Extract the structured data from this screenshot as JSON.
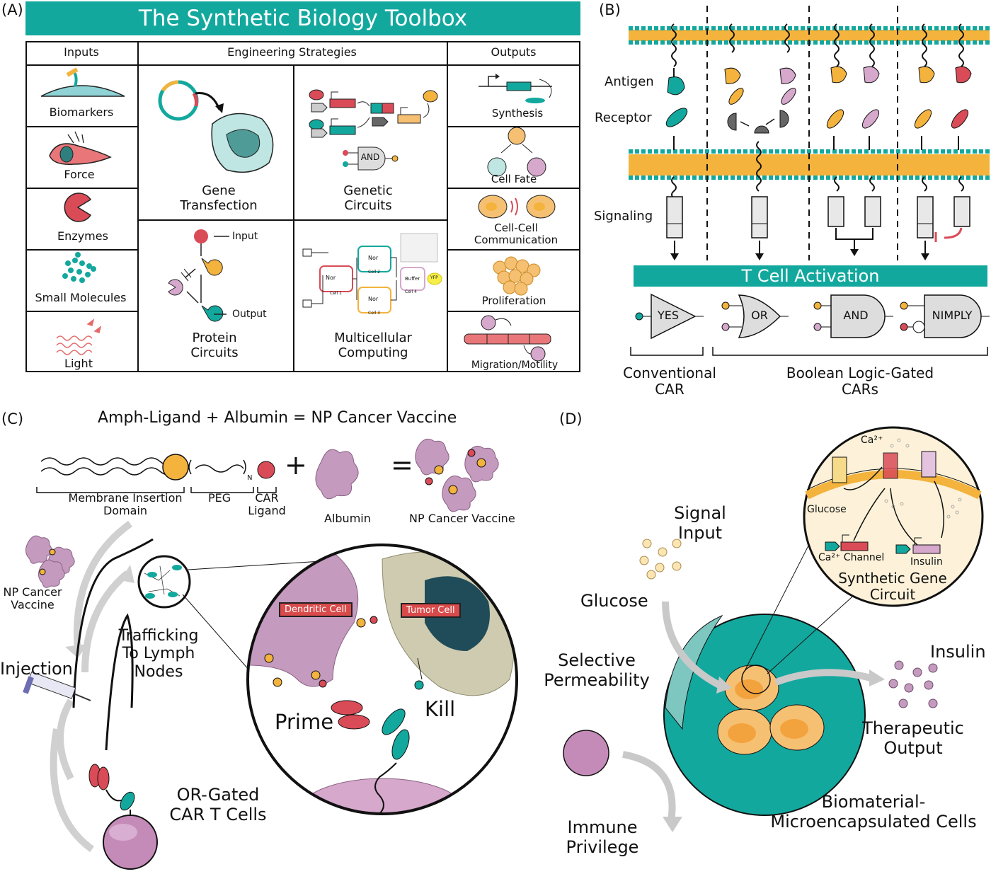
{
  "panel_a": {
    "letter": "(A)",
    "title": "The Synthetic Biology Toolbox",
    "headers": {
      "inputs": "Inputs",
      "strategies": "Engineering Strategies",
      "outputs": "Outputs"
    },
    "inputs": [
      "Biomarkers",
      "Force",
      "Enzymes",
      "Small Molecules",
      "Light"
    ],
    "strategies": {
      "gene_transfection": "Gene\nTransfection",
      "genetic_circuits": "Genetic\nCircuits",
      "and_gate": "AND",
      "protein_circuits": "Protein\nCircuits",
      "protein_input": "Input",
      "protein_output": "Output",
      "multicellular": "Multicellular\nComputing",
      "mc_gates": [
        "Nor",
        "Nor",
        "Nor",
        "Buffer"
      ],
      "mc_cells": [
        "Cell 1",
        "Cell 2",
        "Cell 3",
        "Cell 4"
      ],
      "mc_output": "YFP"
    },
    "outputs": [
      "Synthesis",
      "Cell Fate",
      "Cell-Cell\nCommunication",
      "Proliferation",
      "Migration/Motility"
    ]
  },
  "panel_b": {
    "letter": "(B)",
    "row_labels": [
      "Antigen",
      "Receptor",
      "Signaling"
    ],
    "activation": "T Cell Activation",
    "gates": [
      "YES",
      "OR",
      "AND",
      "NIMPLY"
    ],
    "group_conventional": "Conventional\nCAR",
    "group_boolean": "Boolean Logic-Gated\nCARs"
  },
  "panel_c": {
    "letter": "(C)",
    "title": "Amph-Ligand + Albumin = NP Cancer Vaccine",
    "parts": [
      "Membrane Insertion\nDomain",
      "PEG",
      "CAR\nLigand"
    ],
    "subscript_n": "N",
    "plus": "+",
    "equals": "=",
    "albumin": "Albumin",
    "vaccine": "NP Cancer Vaccine",
    "vaccine_side": "NP Cancer\nVaccine",
    "injection": "Injection",
    "trafficking": "Trafficking\nTo Lymph\nNodes",
    "dendritic": "Dendritic Cell",
    "tumor": "Tumor Cell",
    "prime": "Prime",
    "kill": "Kill",
    "or_gated": "OR-Gated\nCAR T Cells"
  },
  "panel_d": {
    "letter": "(D)",
    "signal_input": "Signal\nInput",
    "glucose": "Glucose",
    "selective": "Selective\nPermeability",
    "immune": "Immune\nPrivilege",
    "insulin": "Insulin",
    "therapeutic": "Therapeutic\nOutput",
    "biomaterial": "Biomaterial-\nMicroencapsulated Cells",
    "circuit_ca": "Ca²⁺",
    "circuit_glucose": "Glucose",
    "circuit_channel": "Ca²⁺ Channel",
    "circuit_insulin": "Insulin",
    "circuit_title": "Synthetic Gene\nCircuit"
  }
}
